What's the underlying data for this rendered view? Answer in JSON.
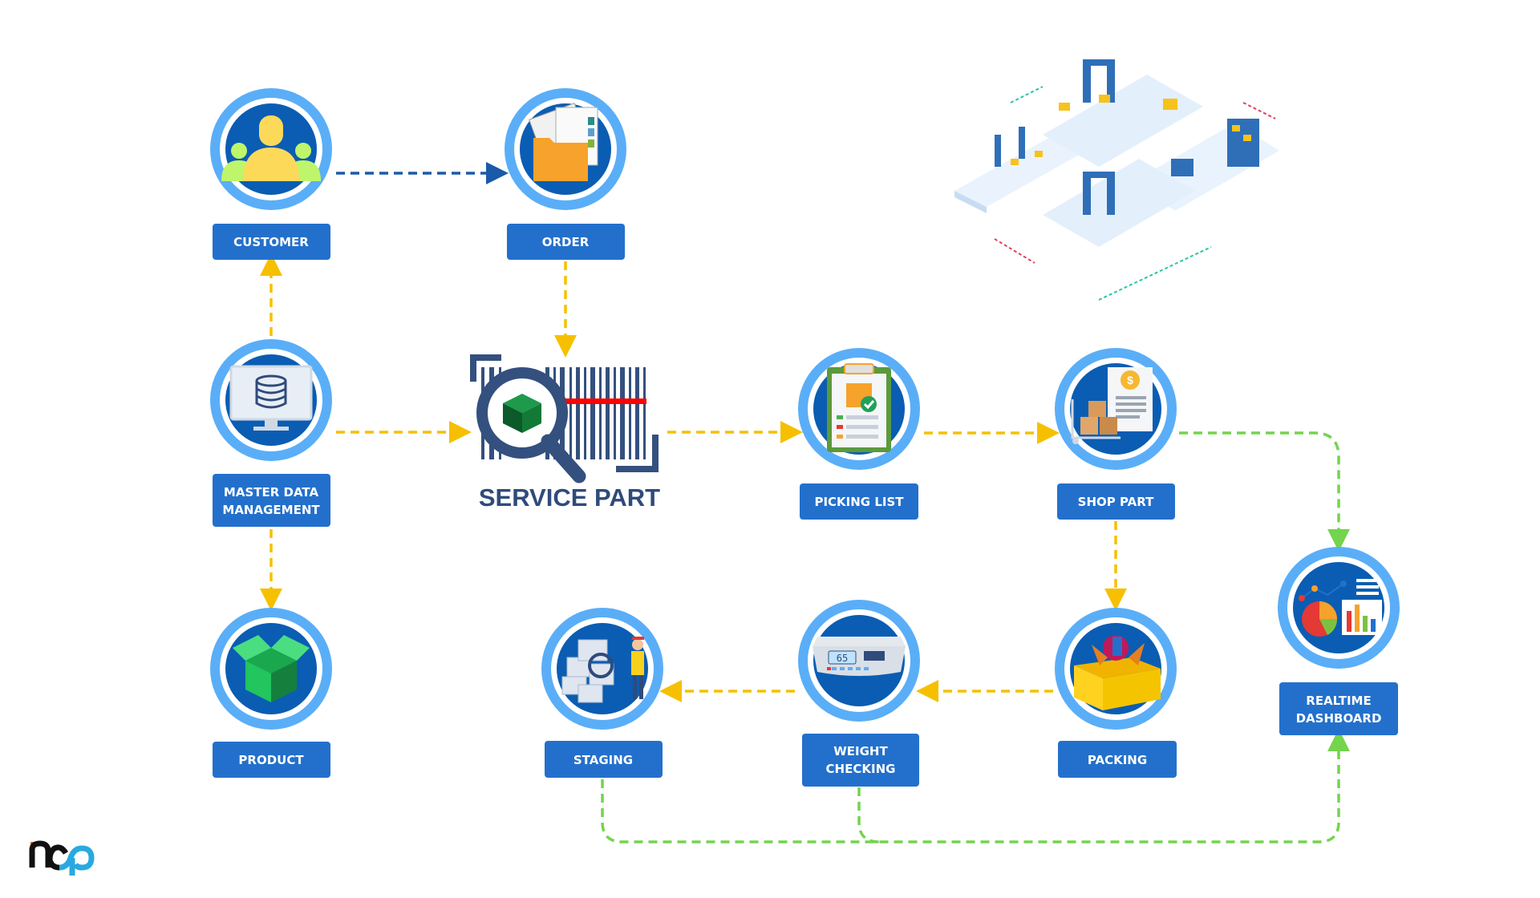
{
  "nodes": {
    "customer": {
      "label": "CUSTOMER",
      "icon": "customers-icon"
    },
    "order": {
      "label": "ORDER",
      "icon": "documents-folder-icon"
    },
    "master_data": {
      "label_line1": "MASTER DATA",
      "label_line2": "MANAGEMENT",
      "icon": "database-monitor-icon"
    },
    "product": {
      "label": "PRODUCT",
      "icon": "open-box-icon"
    },
    "service_part": {
      "label": "SERVICE PART",
      "icon": "barcode-magnifier-icon"
    },
    "picking_list": {
      "label": "PICKING LIST",
      "icon": "clipboard-check-icon"
    },
    "shop_part": {
      "label": "SHOP PART",
      "icon": "invoice-boxes-icon"
    },
    "realtime_dashboard": {
      "label_line1": "REALTIME",
      "label_line2": "DASHBOARD",
      "icon": "charts-icon"
    },
    "packing": {
      "label": "PACKING",
      "icon": "packing-box-icon"
    },
    "weight_checking": {
      "label_line1": "WEIGHT",
      "label_line2": "CHECKING",
      "icon": "scale-icon",
      "scale_reading": "65"
    },
    "staging": {
      "label": "STAGING",
      "icon": "staging-worker-icon"
    }
  },
  "colors": {
    "ring": "#5aaef7",
    "inner": "#0a5db3",
    "label_bg": "#2370cc",
    "flow_yellow": "#f6c000",
    "flow_blue": "#1b5aa8",
    "flow_green": "#74d44e"
  },
  "brand": {
    "logo_text": "ncp"
  }
}
